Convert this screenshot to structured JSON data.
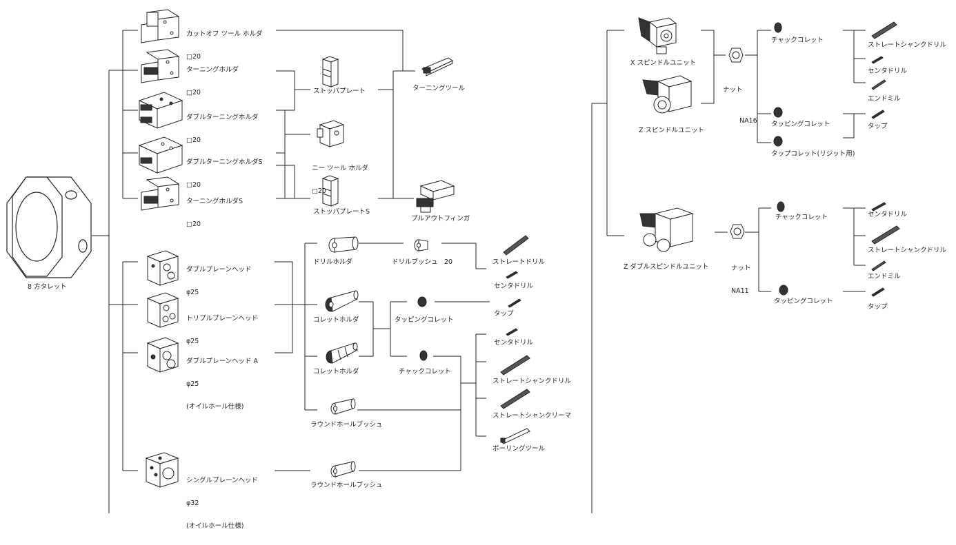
{
  "turret": {
    "label": "8 方タレット"
  },
  "holders": [
    {
      "name": "cutoff-tool-holder",
      "lines": [
        "カットオフ ツール ホルダ",
        "□20"
      ]
    },
    {
      "name": "turning-holder",
      "lines": [
        "ターニングホルダ",
        "□20"
      ]
    },
    {
      "name": "double-turning-holder",
      "lines": [
        "ダブルターニングホルダ",
        "□20"
      ]
    },
    {
      "name": "double-turning-holder-s",
      "lines": [
        "ダブルターニングホルダS",
        "□20"
      ]
    },
    {
      "name": "turning-holder-s",
      "lines": [
        "ターニングホルダS",
        "□20"
      ]
    }
  ],
  "stops": [
    {
      "name": "stop-plate",
      "label": "ストッパプレート"
    },
    {
      "name": "knee-tool-holder",
      "lines": [
        "ニー ツール ホルダ",
        "□20"
      ]
    },
    {
      "name": "stop-plate-s",
      "label": "ストッパプレートS"
    }
  ],
  "turning_tool": {
    "label": "ターニングツール"
  },
  "pull_out_finger": {
    "label": "プルアウトフィンガ"
  },
  "sleeves": [
    {
      "name": "double-plain-head",
      "lines": [
        "ダブルプレーンヘッド",
        "φ25"
      ]
    },
    {
      "name": "triple-plain-head",
      "lines": [
        "トリプルプレーンヘッド",
        "φ25"
      ]
    },
    {
      "name": "double-plain-head-a",
      "lines": [
        "ダブルプレーンヘッド A",
        "φ25",
        "(オイルホール仕様)"
      ]
    },
    {
      "name": "single-plain-head",
      "lines": [
        "シングルプレーンヘッド",
        "φ32",
        "(オイルホール仕様)"
      ]
    }
  ],
  "drill_holder": {
    "label": "ドリルホルダ"
  },
  "drill_bush": {
    "label": "ドリルブッシュ　20"
  },
  "collet_holder_1": {
    "label": "コレットホルダ"
  },
  "collet_holder_2": {
    "label": "コレットホルダ"
  },
  "tapping_collet_mid": {
    "label": "タッピングコレット"
  },
  "chuck_collet_mid": {
    "label": "チャックコレット"
  },
  "round_bush_1": {
    "label": "ラウンドホールブッシュ"
  },
  "round_bush_2": {
    "label": "ラウンドホールブッシュ"
  },
  "mid_tools": {
    "straight_drill": "ストレートドリル",
    "center_drill_1": "センタドリル",
    "tap": "タップ",
    "center_drill_2": "センタドリル",
    "straight_shank_drill": "ストレートシャンクドリル",
    "straight_shank_reamer": "ストレートシャンクリーマ",
    "boring_tool": "ボーリングツール"
  },
  "spindle_units": {
    "x_unit": "X スピンドルユニット",
    "z_unit": "Z スピンドルユニット",
    "z_double_unit": "Z ダブルスピンドルユニット"
  },
  "nuts": {
    "nut_a": {
      "label": "ナット",
      "code": "NA16"
    },
    "nut_b": {
      "label": "ナット",
      "code": "NA11"
    }
  },
  "right_collets": {
    "chuck_collet_a": "チャックコレット",
    "tapping_collet_a": "タッピングコレット",
    "tap_collet_rigid": "タップコレット(リジット用)",
    "chuck_collet_b": "チャックコレット",
    "tapping_collet_b": "タッピングコレット"
  },
  "right_tools": {
    "straight_shank_drill_a": "ストレートシャンクドリル",
    "center_drill_a": "センタドリル",
    "end_mill_a": "エンドミル",
    "tap_a": "タップ",
    "center_drill_b": "センタドリル",
    "straight_shank_drill_b": "ストレートシャンクドリル",
    "end_mill_b": "エンドミル",
    "tap_b": "タップ"
  },
  "colors": {
    "line": "#222222",
    "part_fill": "#ffffff",
    "dark_part": "#333333"
  }
}
